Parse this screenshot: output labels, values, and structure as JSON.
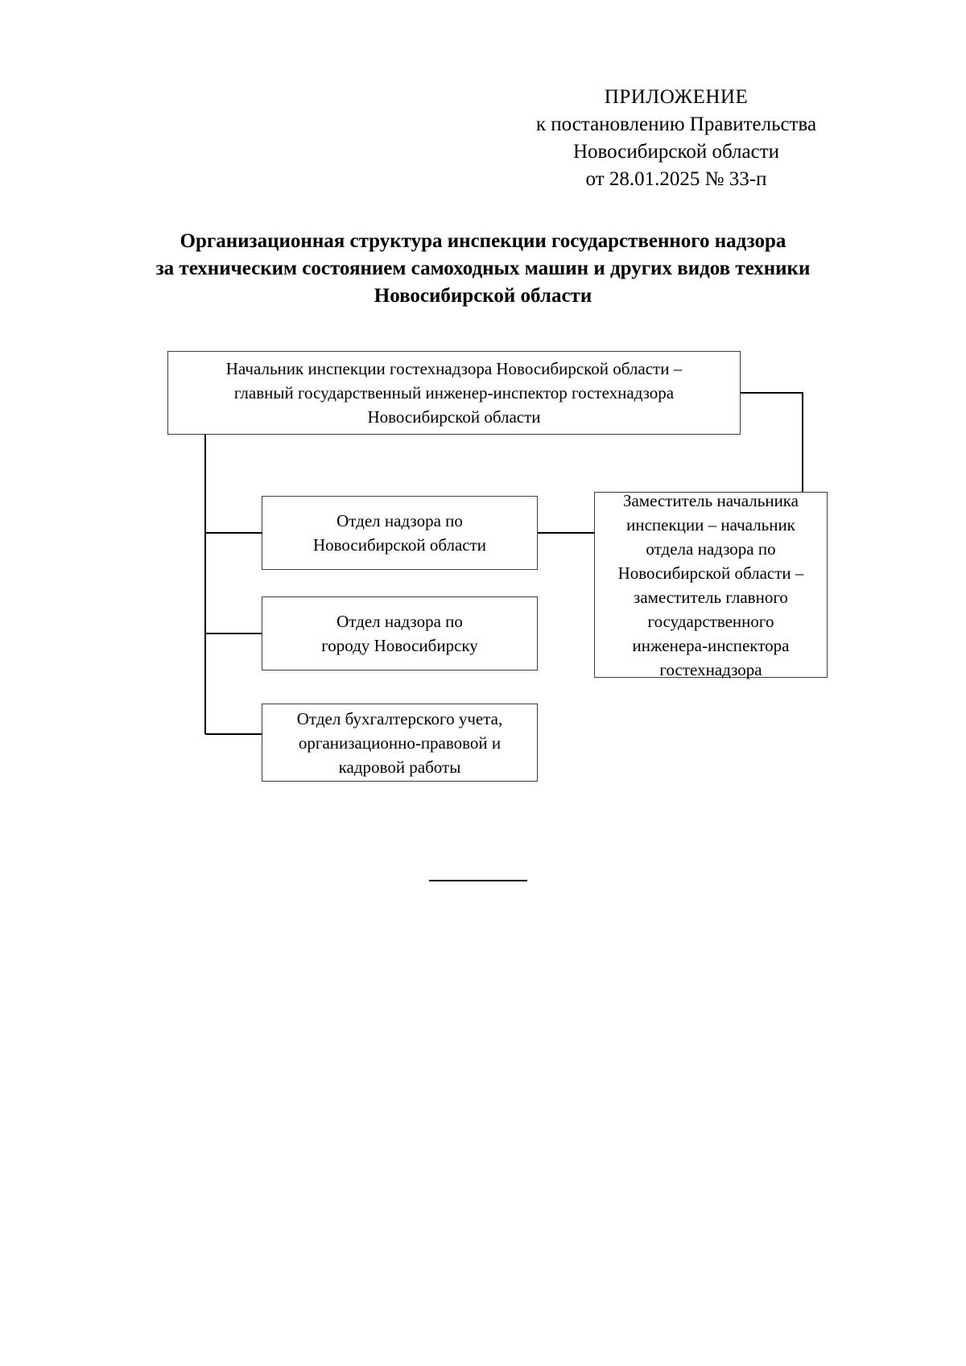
{
  "header": {
    "line_1": "ПРИЛОЖЕНИЕ",
    "line_2": "к постановлению Правительства",
    "line_3": "Новосибирской области",
    "line_4": "от 28.01.2025  № 33-п"
  },
  "title": {
    "line_1": "Организационная структура инспекции государственного надзора",
    "line_2": "за техническим состоянием самоходных машин и других видов техники",
    "line_3": "Новосибирской области"
  },
  "org_chart": {
    "head": {
      "line_1": "Начальник инспекции гостехнадзора Новосибирской области –",
      "line_2": "главный государственный инженер-инспектор гостехнадзора",
      "line_3": "Новосибирской области"
    },
    "department_oblast": {
      "line_1": "Отдел надзора по",
      "line_2": "Новосибирской области"
    },
    "department_city": {
      "line_1": "Отдел надзора по",
      "line_2": "городу Новосибирску"
    },
    "department_accounting": {
      "line_1": "Отдел бухгалтерского учета,",
      "line_2": "организационно-правовой и",
      "line_3": "кадровой работы"
    },
    "deputy": {
      "line_1": "Заместитель начальника",
      "line_2": "инспекции – начальник",
      "line_3": "отдела надзора по",
      "line_4": "Новосибирской области –",
      "line_5": "заместитель главного",
      "line_6": "государственного",
      "line_7": "инженера-инспектора",
      "line_8": "гостехнадзора"
    }
  },
  "colors": {
    "text": "#000000",
    "box_border": "#3c3c3c",
    "connector": "#000000",
    "page_background": "#ffffff"
  }
}
